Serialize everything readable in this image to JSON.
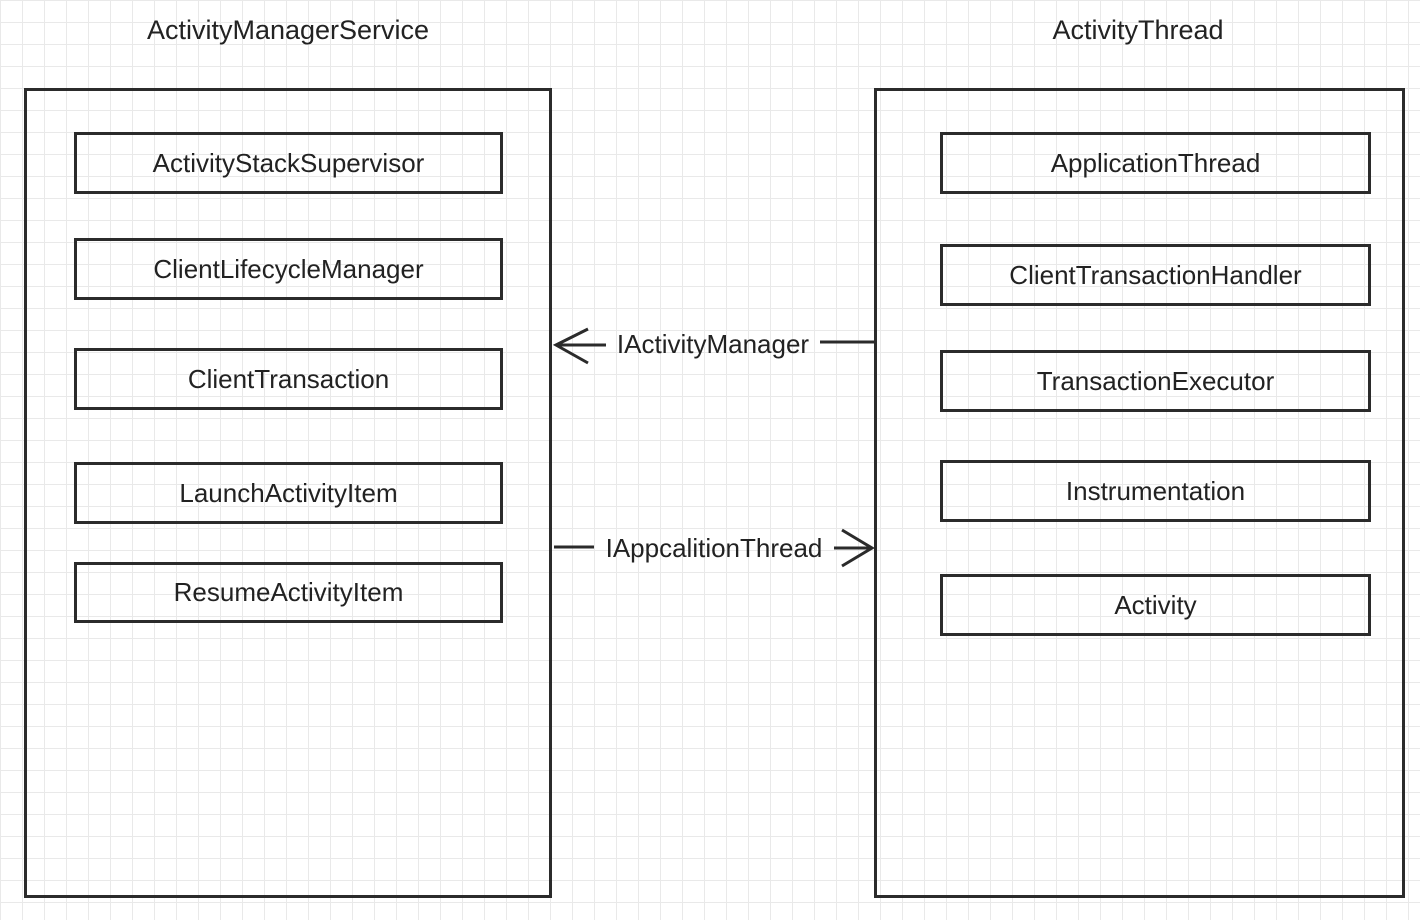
{
  "left_group": {
    "title": "ActivityManagerService",
    "items": [
      {
        "label": "ActivityStackSupervisor"
      },
      {
        "label": "ClientLifecycleManager"
      },
      {
        "label": "ClientTransaction"
      },
      {
        "label": "LaunchActivityItem"
      },
      {
        "label": "ResumeActivityItem"
      }
    ]
  },
  "right_group": {
    "title": "ActivityThread",
    "items": [
      {
        "label": "ApplicationThread"
      },
      {
        "label": "ClientTransactionHandler"
      },
      {
        "label": "TransactionExecutor"
      },
      {
        "label": "Instrumentation"
      },
      {
        "label": "Activity"
      }
    ]
  },
  "connections": [
    {
      "label": "IActivityManager",
      "from": "ActivityThread",
      "to": "ActivityManagerService"
    },
    {
      "label": "IAppcalitionThread",
      "from": "ActivityManagerService",
      "to": "ActivityThread"
    }
  ],
  "colors": {
    "stroke": "#2b2b2b",
    "grid": "#e9e9e9",
    "text": "#222222"
  }
}
